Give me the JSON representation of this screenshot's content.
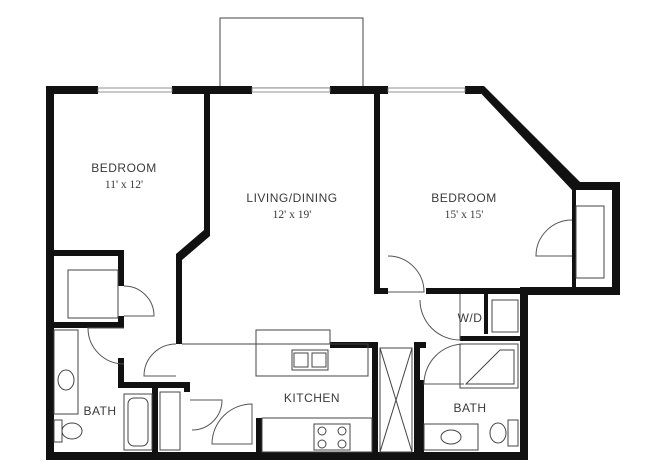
{
  "rooms": {
    "bedroom1": {
      "name": "BEDROOM",
      "size": "11' x 12'"
    },
    "living": {
      "name": "LIVING/DINING",
      "size": "12' x 19'"
    },
    "bedroom2": {
      "name": "BEDROOM",
      "size": "15' x 15'"
    },
    "washer_dryer": {
      "name": "W/D"
    },
    "kitchen": {
      "name": "KITCHEN"
    },
    "bath1": {
      "name": "BATH"
    },
    "bath2": {
      "name": "BATH"
    }
  }
}
